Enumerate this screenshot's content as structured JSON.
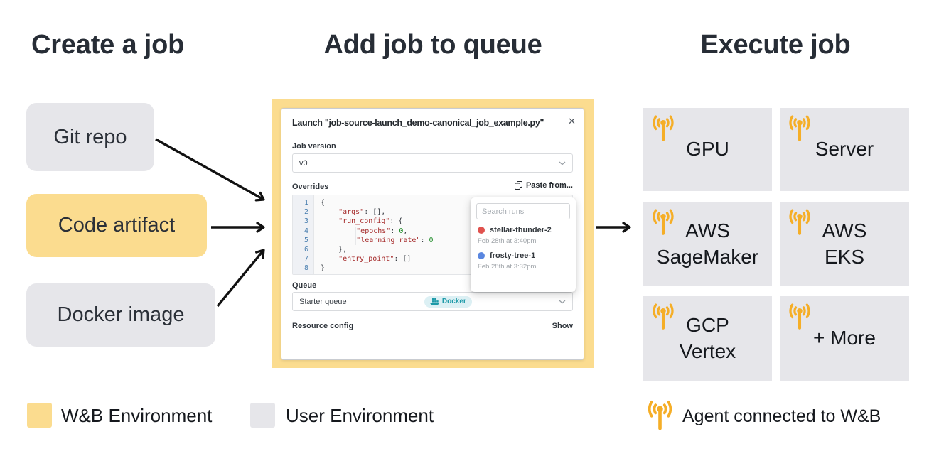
{
  "headings": {
    "create": "Create a job",
    "queue": "Add job to queue",
    "execute": "Execute job"
  },
  "sources": [
    {
      "label": "Git repo"
    },
    {
      "label": "Code artifact"
    },
    {
      "label": "Docker image"
    }
  ],
  "dialog": {
    "title": "Launch \"job-source-launch_demo-canonical_job_example.py\"",
    "job_version_label": "Job version",
    "job_version_value": "v0",
    "overrides_label": "Overrides",
    "paste_from_label": "Paste from...",
    "code_lines": [
      "{",
      "    \"args\": [],",
      "    \"run_config\": {",
      "        \"epochs\": 0,",
      "        \"learning_rate\": 0",
      "    },",
      "    \"entry_point\": []",
      "}"
    ],
    "queue_label": "Queue",
    "queue_value": "Starter queue",
    "queue_badge": "Docker",
    "resource_config_label": "Resource config",
    "show_label": "Show"
  },
  "runs_popup": {
    "search_placeholder": "Search runs",
    "runs": [
      {
        "name": "stellar-thunder-2",
        "timestamp": "Feb 28th at 3:40pm",
        "dot_color": "#e0524e"
      },
      {
        "name": "frosty-tree-1",
        "timestamp": "Feb 28th at 3:32pm",
        "dot_color": "#5a87e0"
      }
    ]
  },
  "execute_boxes": [
    {
      "lines": [
        "GPU"
      ]
    },
    {
      "lines": [
        "Server"
      ]
    },
    {
      "lines": [
        "AWS",
        "SageMaker"
      ]
    },
    {
      "lines": [
        "AWS",
        "EKS"
      ]
    },
    {
      "lines": [
        "GCP",
        "Vertex"
      ]
    },
    {
      "lines": [
        "+ More"
      ]
    }
  ],
  "legend": {
    "wandb": "W&B Environment",
    "user": "User Environment",
    "agent": "Agent connected to W&B"
  },
  "icons": {
    "close": "✕"
  },
  "colors": {
    "wandb_yellow": "#fbdc8f",
    "user_gray": "#e6e6ea",
    "agent_orange": "#f5ae27",
    "docker_teal": "#1d9aa8",
    "code_red": "#a52a2a",
    "code_green": "#1e8c28",
    "code_blue": "#4a7fb0"
  }
}
